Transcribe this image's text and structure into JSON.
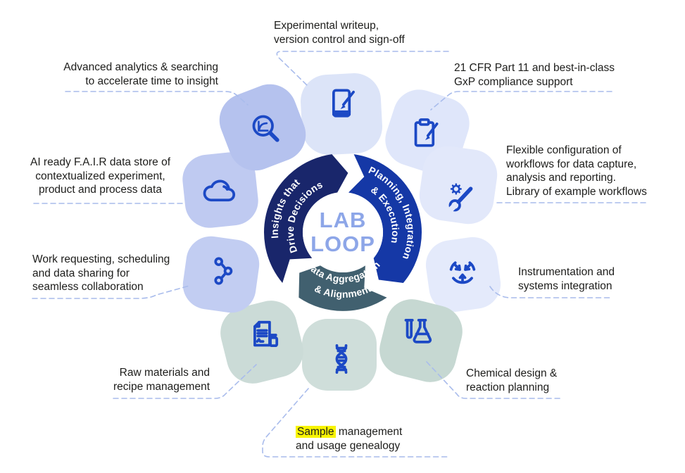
{
  "center": {
    "line1": "LAB",
    "line2": "LOOP",
    "text_color": "#8da6e8"
  },
  "arcs": {
    "insights": {
      "line1": "Insights that",
      "line2": "Drive Decisions",
      "color": "#19266b"
    },
    "planning": {
      "line1": "Planning, Integration",
      "line2": "& Execution",
      "color": "#1538a6"
    },
    "data": {
      "line1": "Data Aggregation",
      "line2": "& Alignment",
      "color": "#41606f"
    }
  },
  "petals": [
    {
      "icon": "notebook-pen-icon",
      "color": "#dce4f8"
    },
    {
      "icon": "clipboard-pen-icon",
      "color": "#dfe6fa"
    },
    {
      "icon": "wrench-gear-icon",
      "color": "#e2e8fa"
    },
    {
      "icon": "integration-arrows-icon",
      "color": "#e4eafb"
    },
    {
      "icon": "flask-icon",
      "color": "#c6d8d2"
    },
    {
      "icon": "dna-icon",
      "color": "#cfdeda"
    },
    {
      "icon": "document-bottle-icon",
      "color": "#cbdbd7"
    },
    {
      "icon": "share-nodes-icon",
      "color": "#c2cdf2"
    },
    {
      "icon": "cloud-icon",
      "color": "#bfcaf1"
    },
    {
      "icon": "magnifier-chart-icon",
      "color": "#b5c2ee"
    }
  ],
  "labels": [
    {
      "lines": [
        "Experimental writeup,",
        "version control and sign-off"
      ]
    },
    {
      "lines": [
        "21 CFR Part 11 and best-in-class",
        "GxP compliance support"
      ]
    },
    {
      "lines": [
        "Flexible configuration of",
        "workflows for data capture,",
        "analysis and reporting.",
        "Library of example workflows"
      ]
    },
    {
      "lines": [
        "Instrumentation and",
        "systems integration"
      ]
    },
    {
      "lines": [
        "Chemical design &",
        "reaction planning"
      ]
    },
    {
      "highlight": "Sample",
      "after": " management",
      "lines": [
        "and usage genealogy"
      ]
    },
    {
      "lines": [
        "Raw materials and",
        "recipe management"
      ]
    },
    {
      "lines": [
        "Work requesting, scheduling",
        "and data sharing for",
        "seamless collaboration"
      ]
    },
    {
      "lines": [
        "AI ready F.A.I.R data store of",
        "contextualized experiment,",
        "product and process data"
      ]
    },
    {
      "lines": [
        "Advanced analytics & searching",
        "to accelerate time to insight"
      ]
    }
  ],
  "theme": {
    "connector_color": "#a9bcec",
    "icon_stroke": "#1c49c5",
    "label_color": "#1d1d1b",
    "highlight_color": "#f8f400"
  }
}
